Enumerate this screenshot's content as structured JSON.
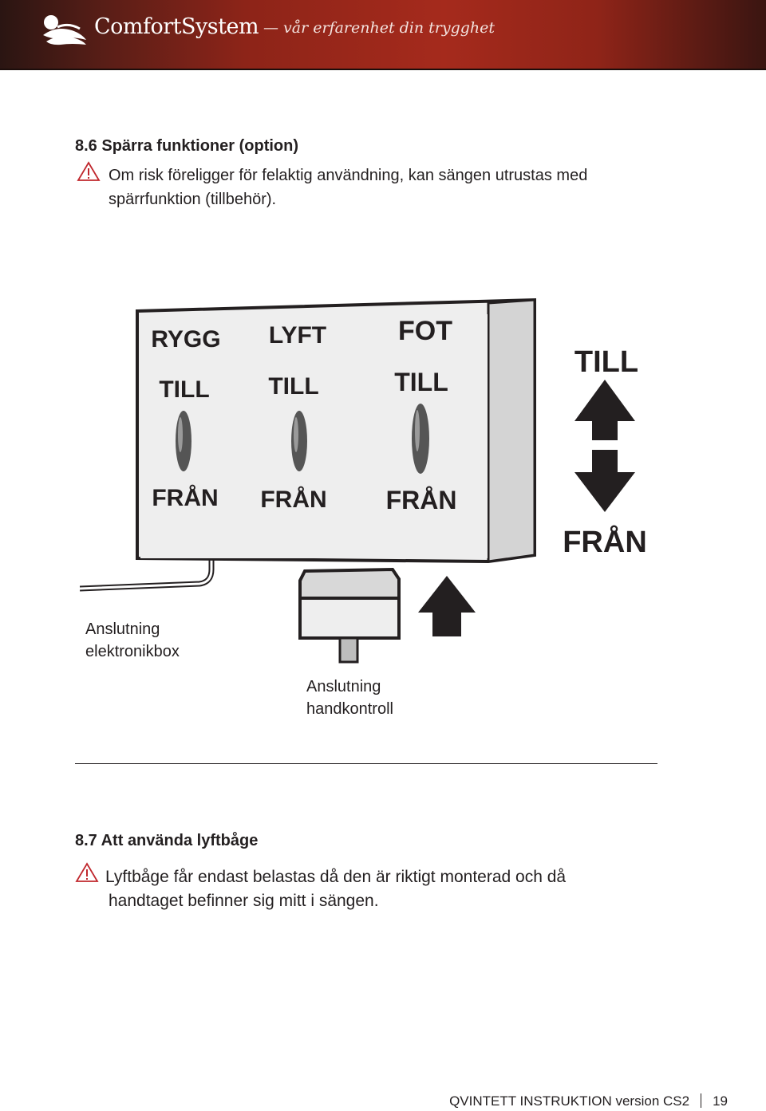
{
  "header": {
    "brand": "ComfortSystem",
    "tagline": "— vår erfarenhet din trygghet"
  },
  "section1": {
    "heading": "8.6 Spärra funktioner (option)",
    "warning_lines": [
      "Om risk föreligger för felaktig användning, kan sängen utrustas med",
      "spärrfunktion (tillbehör)."
    ]
  },
  "figure": {
    "columns": [
      {
        "name": "RYGG",
        "on": "TILL",
        "off": "FRÅN"
      },
      {
        "name": "LYFT",
        "on": "TILL",
        "off": "FRÅN"
      },
      {
        "name": "FOT",
        "on": "TILL",
        "off": "FRÅN"
      }
    ],
    "legend_on": "TILL",
    "legend_off": "FRÅN",
    "caption_box": [
      "Anslutning",
      "elektronikbox"
    ],
    "caption_hand": [
      "Anslutning",
      "handkontroll"
    ]
  },
  "section2": {
    "heading": "8.7 Att använda lyftbåge",
    "warning_lines": [
      "Lyftbåge får endast belastas då den är riktigt monterad och då",
      "handtaget befinner sig mitt i sängen."
    ]
  },
  "footer": {
    "doc_title": "QVINTETT INSTRUKTION version CS2",
    "page_number": "19"
  }
}
